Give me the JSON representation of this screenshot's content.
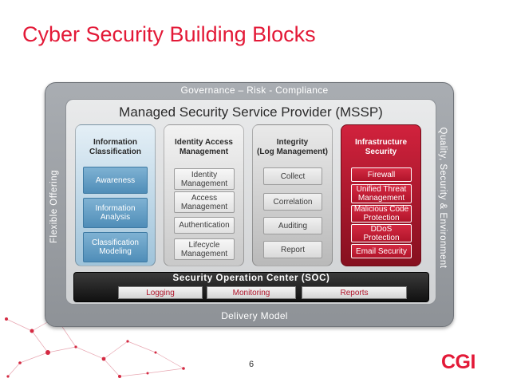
{
  "title": "Cyber Security Building Blocks",
  "governance_label": "Governance – Risk - Compliance",
  "delivery_label": "Delivery Model",
  "left_side_label": "Flexible Offering",
  "right_side_label": "Quality, Security & Environment",
  "mssp_label": "Managed Security Service Provider (MSSP)",
  "columns": [
    {
      "heading": [
        "Information",
        "Classification"
      ],
      "items": [
        [
          "Awareness"
        ],
        [
          "Information",
          "Analysis"
        ],
        [
          "Classification",
          "Modeling"
        ]
      ]
    },
    {
      "heading": [
        "Identity Access",
        "Management"
      ],
      "items": [
        [
          "Identity",
          "Management"
        ],
        [
          "Access",
          "Management"
        ],
        [
          "Authentication"
        ],
        [
          "Lifecycle",
          "Management"
        ]
      ]
    },
    {
      "heading": [
        "Integrity",
        "(Log Management)"
      ],
      "items": [
        [
          "Collect"
        ],
        [
          "Correlation"
        ],
        [
          "Auditing"
        ],
        [
          "Report"
        ]
      ]
    },
    {
      "heading": [
        "Infrastructure",
        "Security"
      ],
      "items": [
        [
          "Firewall"
        ],
        [
          "Unified Threat",
          "Management"
        ],
        [
          "Malicious Code",
          "Protection"
        ],
        [
          "DDoS",
          "Protection"
        ],
        [
          "Email Security"
        ]
      ]
    }
  ],
  "soc": {
    "title": "Security Operation Center (SOC)",
    "buttons": [
      "Logging",
      "Monitoring",
      "Reports"
    ]
  },
  "page_number": "6",
  "logo_text": "CGI",
  "colors": {
    "brand_red": "#e31937",
    "soc_dark": "#1c1c1c"
  }
}
